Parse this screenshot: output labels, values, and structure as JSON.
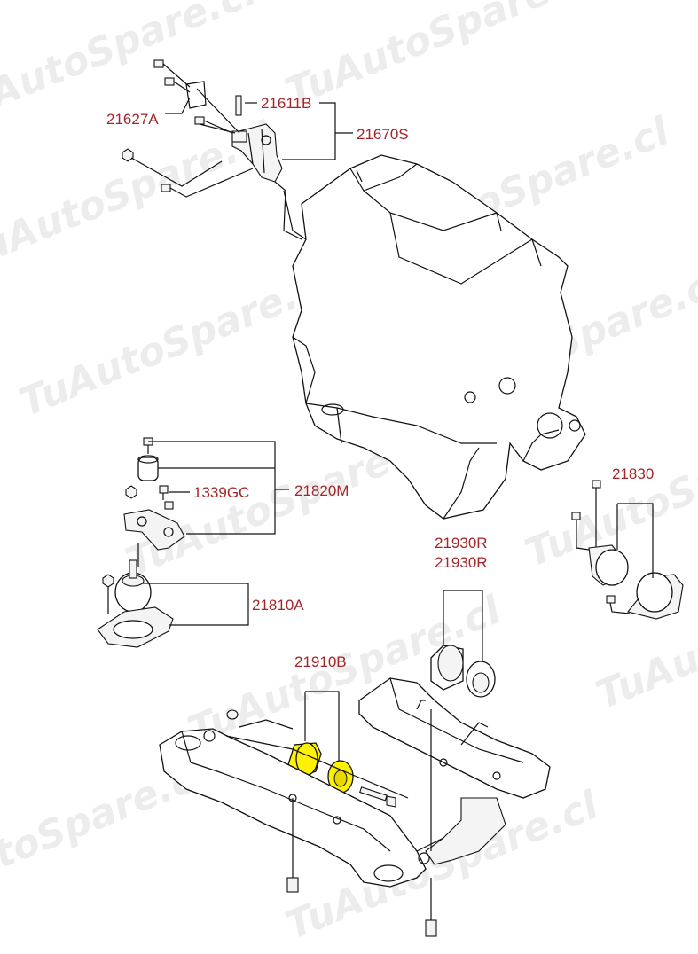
{
  "watermark": "TuAutoSpare.cl",
  "labels": {
    "l21627A": "21627A",
    "l21611B": "21611B",
    "l21670S": "21670S",
    "l1339GC": "1339GC",
    "l21820M": "21820M",
    "l21810A": "21810A",
    "l21830": "21830",
    "l21930R_a": "21930R",
    "l21930R_b": "21930R",
    "l21910B": "21910B"
  },
  "colors": {
    "label": "#a3262a",
    "highlight": "#fff200",
    "line": "#111111"
  }
}
